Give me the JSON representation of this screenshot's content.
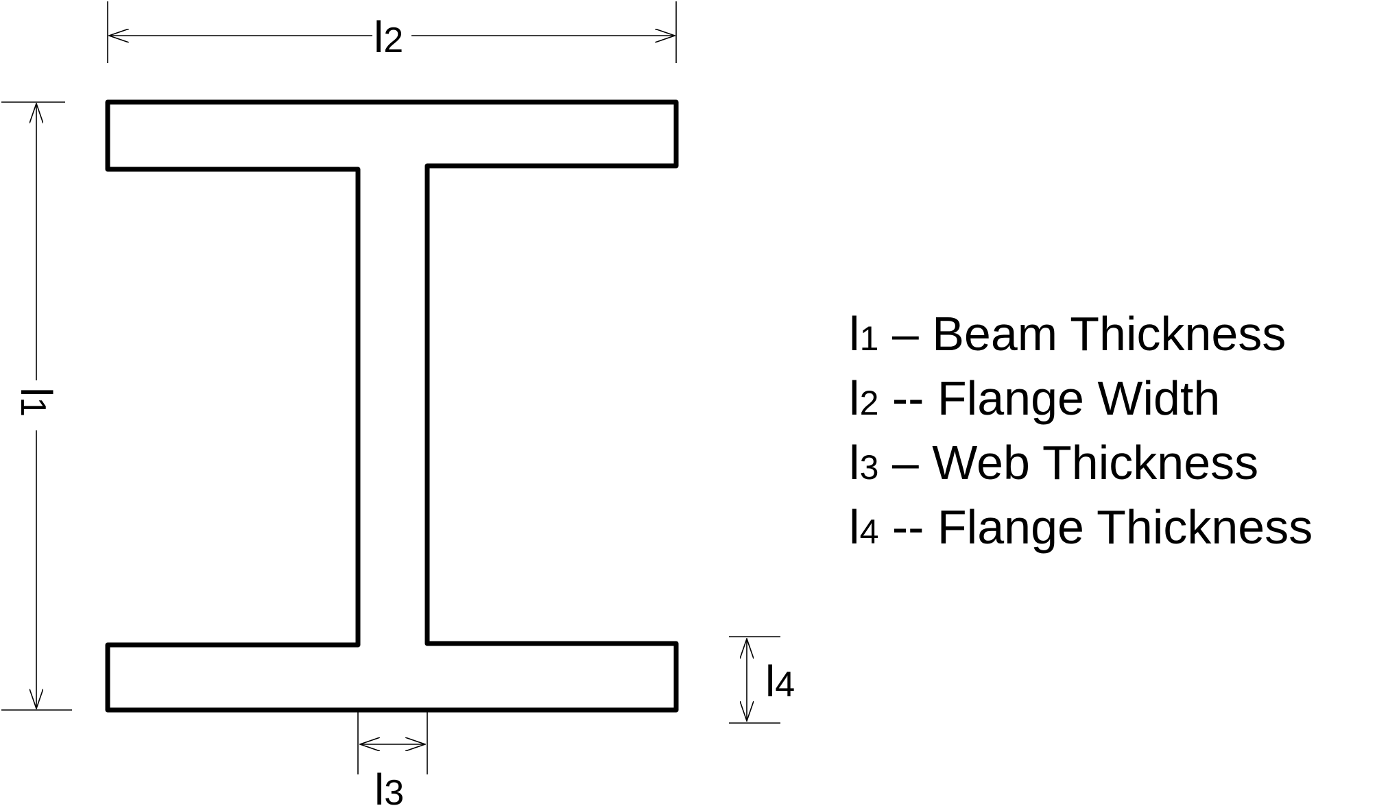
{
  "colors": {
    "stroke": "#000000",
    "background": "#ffffff"
  },
  "dimensions": {
    "l1": {
      "main": "l",
      "sub": "1"
    },
    "l2": {
      "main": "l",
      "sub": "2"
    },
    "l3": {
      "main": "l",
      "sub": "3"
    },
    "l4": {
      "main": "l",
      "sub": "4"
    }
  },
  "legend": [
    {
      "symbol": "l",
      "sub": "1",
      "separator": " – ",
      "label": "Beam Thickness"
    },
    {
      "symbol": "l",
      "sub": "2",
      "separator": " -- ",
      "label": "Flange Width"
    },
    {
      "symbol": "l",
      "sub": "3",
      "separator": " – ",
      "label": "Web Thickness"
    },
    {
      "symbol": "l",
      "sub": "4",
      "separator": " -- ",
      "label": "Flange Thickness"
    }
  ]
}
